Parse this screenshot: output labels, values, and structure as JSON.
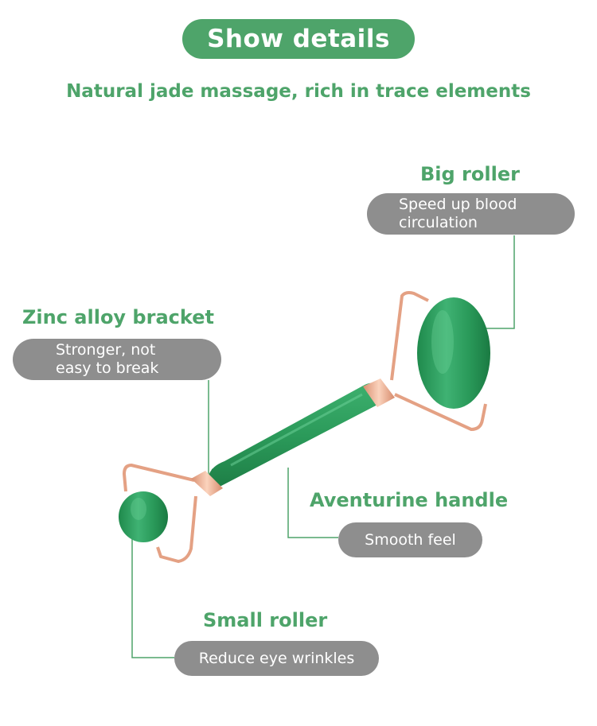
{
  "header": {
    "title": "Show details"
  },
  "subtitle": "Natural jade massage, rich in trace elements",
  "features": {
    "big_roller": {
      "title": "Big roller",
      "desc": "Speed up blood\ncirculation"
    },
    "zinc_bracket": {
      "title": "Zinc alloy bracket",
      "desc": "Stronger, not\neasy to break"
    },
    "handle": {
      "title": "Aventurine handle",
      "desc": "Smooth feel"
    },
    "small_roller": {
      "title": "Small roller",
      "desc": "Reduce eye wrinkles"
    }
  },
  "colors": {
    "accent_green": "#4ea46a",
    "pill_gray": "#8e8e8e",
    "jade": "#2f9a5c",
    "rose_gold": "#e7a88c"
  },
  "illustration": {
    "icon": "jade-roller-illustration"
  }
}
